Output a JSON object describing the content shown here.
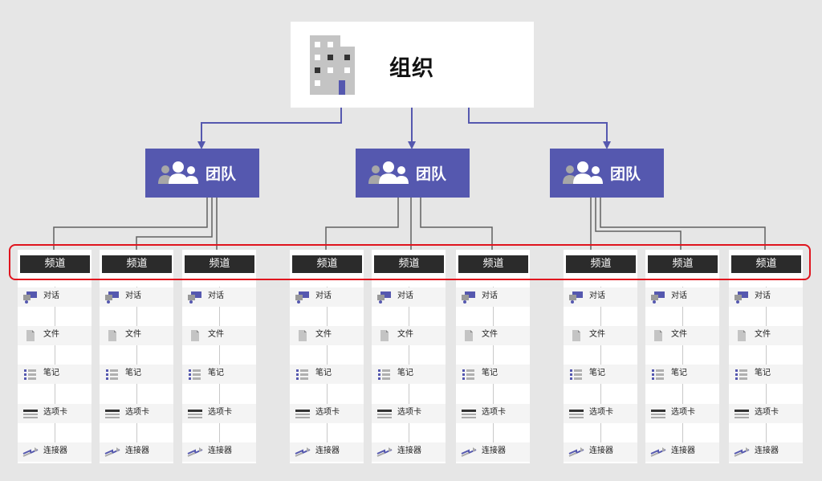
{
  "org": {
    "label": "组织",
    "icon": "building-icon"
  },
  "teams": [
    {
      "label": "团队",
      "icon": "people-icon"
    },
    {
      "label": "团队",
      "icon": "people-icon"
    },
    {
      "label": "团队",
      "icon": "people-icon"
    }
  ],
  "channel_label": "频道",
  "features": [
    {
      "label": "对话",
      "icon": "chat-icon"
    },
    {
      "label": "文件",
      "icon": "file-icon"
    },
    {
      "label": "笔记",
      "icon": "notes-icon"
    },
    {
      "label": "选项卡",
      "icon": "tab-icon"
    },
    {
      "label": "连接器",
      "icon": "connector-icon"
    }
  ],
  "colors": {
    "background": "#e6e6e6",
    "team": "#5558af",
    "arrow": "#5558af",
    "channel_header": "#2b2b2b",
    "highlight": "#e0141e",
    "wire": "#606060"
  }
}
